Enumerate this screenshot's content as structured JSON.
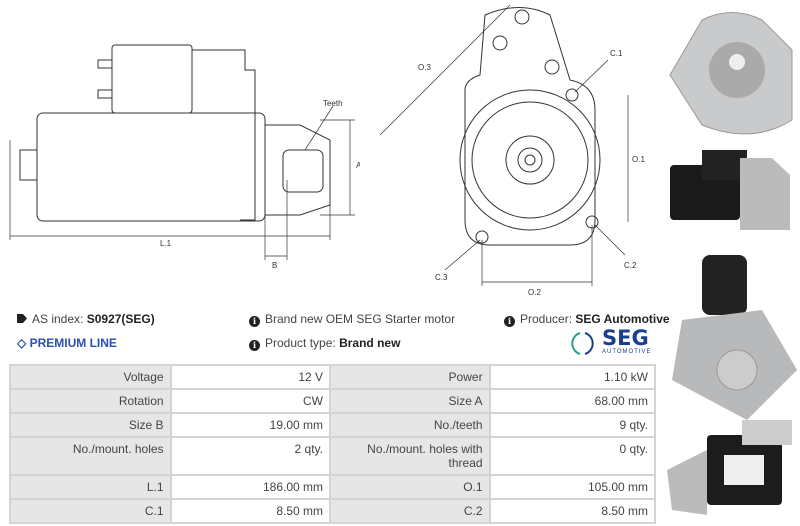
{
  "diagram": {
    "labels": {
      "teeth": "Teeth",
      "a": "A",
      "b": "B",
      "l1": "L.1",
      "o3": "O.3",
      "c1": "C.1",
      "o1": "O.1",
      "c3": "C.3",
      "c2": "C.2",
      "o2": "O.2"
    }
  },
  "info": {
    "as_index_label": "AS index:",
    "as_index_value": "S0927(SEG)",
    "premium": "PREMIUM LINE",
    "description": "Brand new OEM SEG Starter motor",
    "product_type_label": "Product type:",
    "product_type_value": "Brand new",
    "producer_label": "Producer:",
    "producer_value": "SEG Automotive",
    "logo_text": "SEG",
    "logo_sub": "AUTOMOTIVE"
  },
  "specs": [
    [
      "Voltage",
      "12 V",
      "Power",
      "1.10 kW"
    ],
    [
      "Rotation",
      "CW",
      "Size A",
      "68.00 mm"
    ],
    [
      "Size B",
      "19.00 mm",
      "No./teeth",
      "9 qty."
    ],
    [
      "No./mount. holes",
      "2 qty.",
      "No./mount. holes with thread",
      "0 qty."
    ],
    [
      "L.1",
      "186.00 mm",
      "O.1",
      "105.00 mm"
    ],
    [
      "C.1",
      "8.50 mm",
      "C.2",
      "8.50 mm"
    ]
  ],
  "colors": {
    "premium": "#2a4fb0",
    "logo_blue": "#1b3f8f",
    "logo_green": "#2aa187"
  }
}
